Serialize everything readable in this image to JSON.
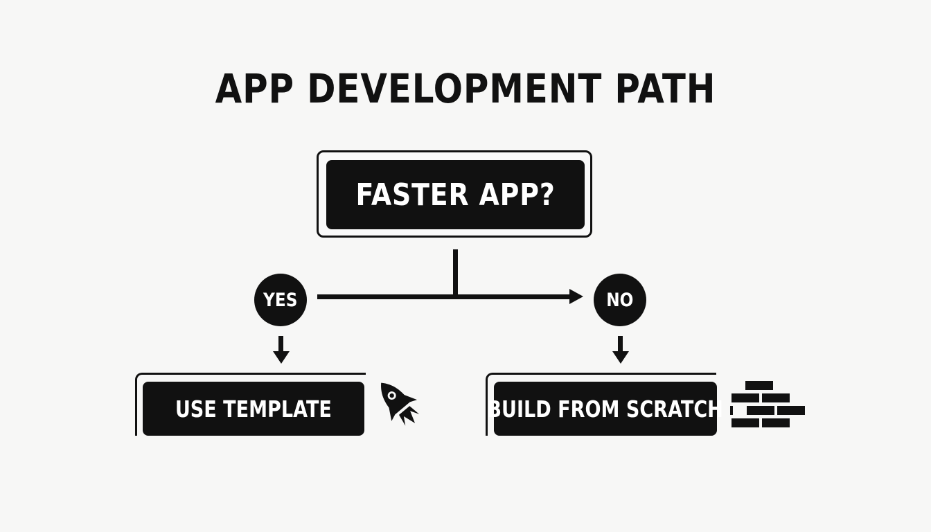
{
  "diagram": {
    "title": "APP DEVELOPMENT PATH",
    "decision": {
      "label": "FASTER APP?"
    },
    "branches": {
      "yes": {
        "label": "YES",
        "outcome": "USE TEMPLATE",
        "icon": "rocket-icon"
      },
      "no": {
        "label": "NO",
        "outcome": "BUILD FROM SCRATCH",
        "icon": "bricks-icon"
      }
    },
    "colors": {
      "ink": "#111111",
      "background": "#f7f7f6",
      "text_on_dark": "#ffffff"
    }
  }
}
